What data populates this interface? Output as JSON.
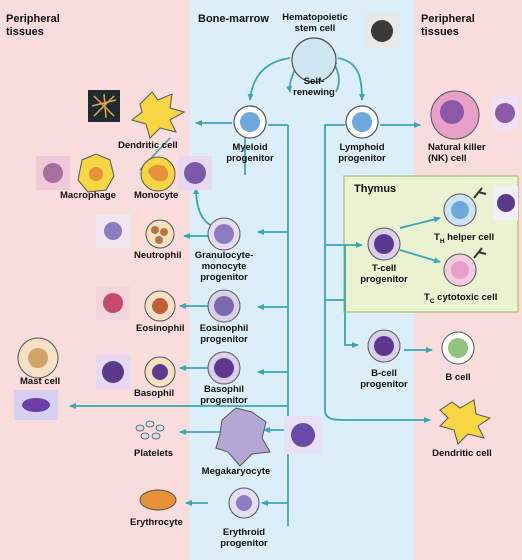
{
  "regions": {
    "left_header": [
      "Peripheral",
      "tissues"
    ],
    "middle_header": "Bone-marrow",
    "right_header": [
      "Peripheral",
      "tissues"
    ],
    "thymus": "Thymus"
  },
  "colors": {
    "peripheral_bg": "#f9dcdc",
    "marrow_bg": "#dceef9",
    "thymus_bg": "#e9f2d1",
    "arrow": "#3aa6b5",
    "cell_blue": "#6fa8dc",
    "cell_purple": "#8e7cc3",
    "cell_pink": "#e8a0c8",
    "cell_yellow": "#f6d743",
    "cell_green": "#93c47d",
    "cell_orange": "#e69138"
  },
  "cells": {
    "stem": [
      "Hematopoietic",
      "stem cell"
    ],
    "self_renewing": [
      "Self-",
      "renewing"
    ],
    "myeloid": [
      "Myeloid",
      "progenitor"
    ],
    "lymphoid": [
      "Lymphoid",
      "progenitor"
    ],
    "dendritic_left": "Dendritic cell",
    "macrophage": "Macrophage",
    "monocyte": "Monocyte",
    "neutrophil": "Neutrophil",
    "gm_progenitor": [
      "Granulocyte-",
      "monocyte",
      "progenitor"
    ],
    "eosinophil": "Eosinophil",
    "eos_progenitor": [
      "Eosinophil",
      "progenitor"
    ],
    "mast": "Mast cell",
    "basophil": "Basophil",
    "baso_progenitor": [
      "Basophil",
      "progenitor"
    ],
    "platelets": "Platelets",
    "megakaryocyte": "Megakaryocyte",
    "erythrocyte": "Erythrocyte",
    "erythroid": [
      "Erythroid",
      "progenitor"
    ],
    "nk": [
      "Natural killer",
      "(NK) cell"
    ],
    "t_progenitor": [
      "T-cell",
      "progenitor"
    ],
    "th_main": "T",
    "th_sub": "H",
    "th_rest": " helper cell",
    "tc_main": "T",
    "tc_sub": "C",
    "tc_rest": " cytotoxic cell",
    "b_progenitor": [
      "B-cell",
      "progenitor"
    ],
    "b_cell": "B cell",
    "dendritic_right": "Dendritic cell"
  }
}
